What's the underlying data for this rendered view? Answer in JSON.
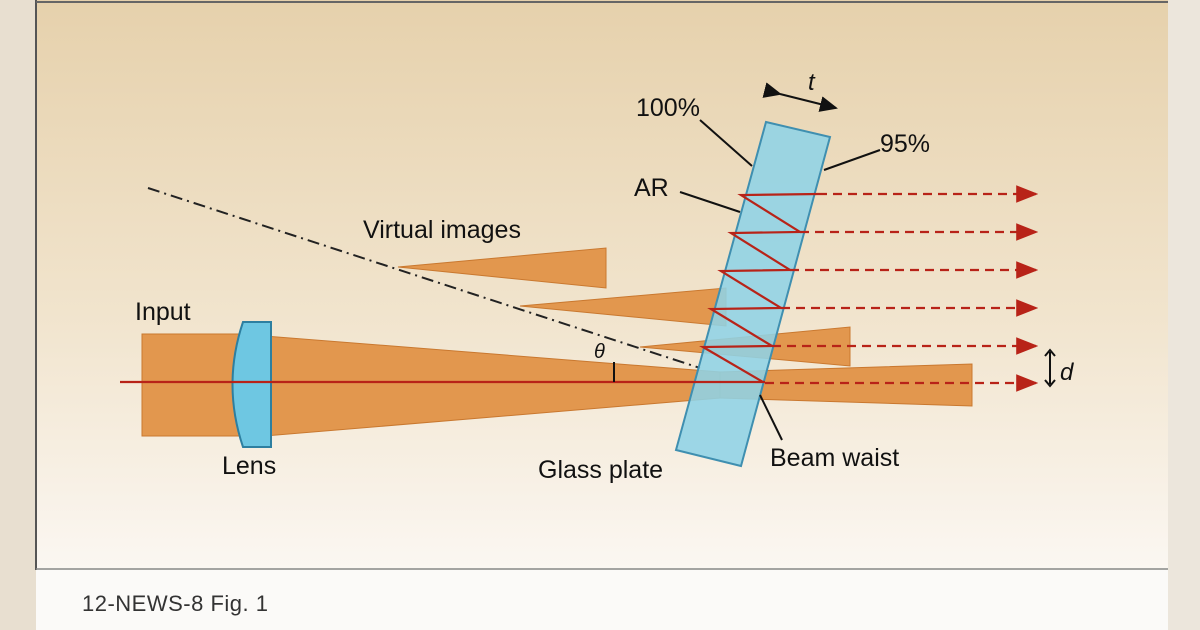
{
  "labels": {
    "virtual_images": "Virtual images",
    "input": "Input",
    "lens": "Lens",
    "glass_plate": "Glass plate",
    "beam_waist": "Beam waist",
    "pct_100": "100%",
    "pct_95": "95%",
    "ar": "AR",
    "t": "t",
    "theta": "θ",
    "d": "d"
  },
  "caption": "12-NEWS-8  Fig. 1",
  "colors": {
    "beam": "#e2974e",
    "beam_edge": "#c9782f",
    "plate": "#8fd3e6",
    "plate_edge": "#3f8fb0",
    "lens": "#6ec7e2",
    "ray": "#b82318",
    "background_top": "#e8d5b2",
    "background_bottom": "#fbf7f2"
  }
}
